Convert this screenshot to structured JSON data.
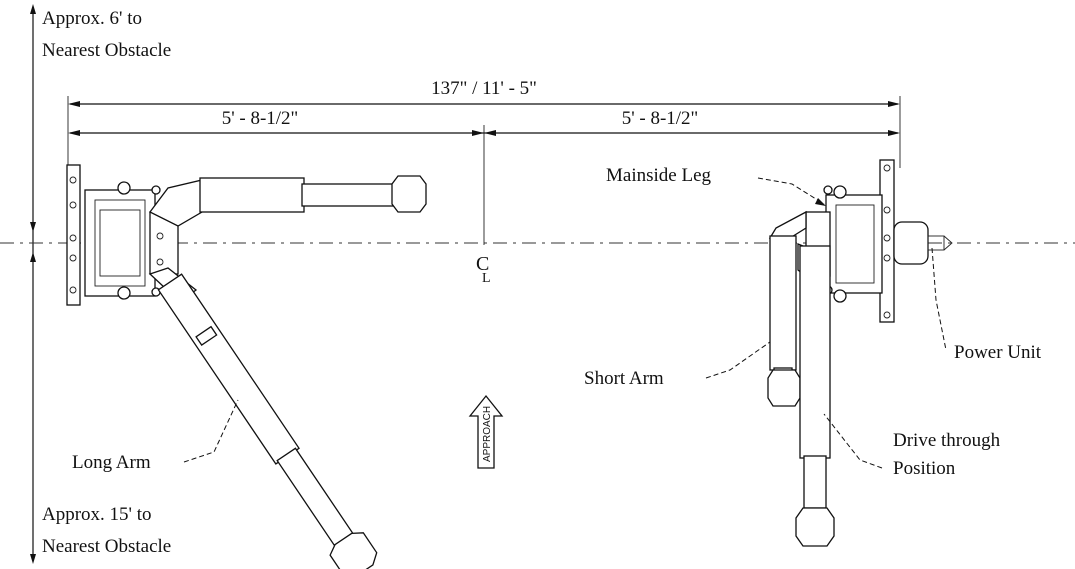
{
  "labels": {
    "top_clearance": [
      "Approx. 6' to",
      "Nearest Obstacle"
    ],
    "bottom_clearance": [
      "Approx. 15' to",
      "Nearest Obstacle"
    ],
    "overall_dimension": "137\"  /  11' - 5\"",
    "left_half_dimension": "5' - 8-1/2\"",
    "right_half_dimension": "5' - 8-1/2\"",
    "mainside_leg": "Mainside Leg",
    "power_unit": "Power Unit",
    "short_arm": "Short Arm",
    "long_arm": "Long Arm",
    "drive_through": [
      "Drive through",
      "Position"
    ],
    "approach_arrow": "APPROACH",
    "centerline_symbol": "C L"
  }
}
